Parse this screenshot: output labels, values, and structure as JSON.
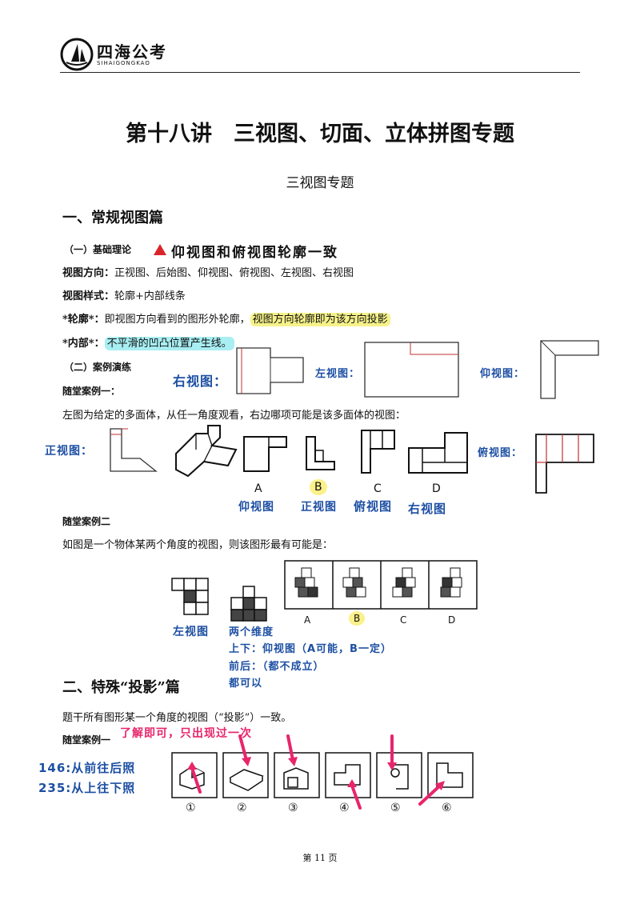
{
  "header": {
    "logo_name": "四海公考",
    "logo_sub": "SIHAIGONGKAO"
  },
  "title": "第十八讲　三视图、切面、立体拼图专题",
  "subtitle": "三视图专题",
  "section1": {
    "heading": "一、常规视图篇",
    "basic_label": "（一）基础理论",
    "rule_note": "仰视图和俯视图轮廓一致",
    "lines": [
      {
        "label": "视图方向：",
        "text": "正视图、后始图、仰视图、俯视图、左视图、右视图"
      },
      {
        "label": "视图样式：",
        "text": "轮廓+内部线条"
      },
      {
        "label": "*轮廓*：",
        "text": "即视图方向看到的图形外轮廓，",
        "highlight": "视图方向轮廓即为该方向投影"
      },
      {
        "label": "*内部*：",
        "highlight": "不平滑的凹凸位置产生线。"
      }
    ],
    "practice_label": "（二）案例演练",
    "view_labels": {
      "right": "右视图：",
      "left": "左视图：",
      "top": "仰视图："
    },
    "case1_label": "随堂案例一：",
    "case1_text": "左图为给定的多面体，从任一角度观看，右边哪项可能是该多面体的视图：",
    "front_view_label": "正视图：",
    "down_view_label": "俯视图：",
    "case1_options": [
      {
        "letter": "A",
        "note": "仰视图"
      },
      {
        "letter": "B",
        "note": "正视图"
      },
      {
        "letter": "C",
        "note": "俯视图"
      },
      {
        "letter": "D",
        "note": "右视图"
      }
    ],
    "case2_label": "随堂案例二",
    "case2_text": "如图是一个物体某两个角度的视图，则该图形最有可能是：",
    "case2_options": [
      "A",
      "B",
      "C",
      "D"
    ],
    "case2_notes": {
      "left_view": "左视图",
      "two_dims": "两个维度",
      "up_down": "上下：仰视图（A可能，B一定）",
      "front_back": "前后：（都不成立）",
      "both_ok": "都可以"
    }
  },
  "section2": {
    "heading": "二、特殊“投影”篇",
    "text": "题干所有图形某一个角度的视图（“投影”）一致。",
    "case_label": "随堂案例一",
    "note_top": "了解即可，只出现过一次",
    "note_146": "146:从前往后照",
    "note_235": "235:从上往下照",
    "options": [
      "①",
      "②",
      "③",
      "④",
      "⑤",
      "⑥"
    ]
  },
  "footer": {
    "page": "第 11 页"
  },
  "colors": {
    "accent_blue": "#1d4fa3",
    "pink_arrow": "#e8256b",
    "yellow_hl": "#f6f28a",
    "cyan_hl": "#a8eef2",
    "red_triangle": "#d9242a"
  }
}
